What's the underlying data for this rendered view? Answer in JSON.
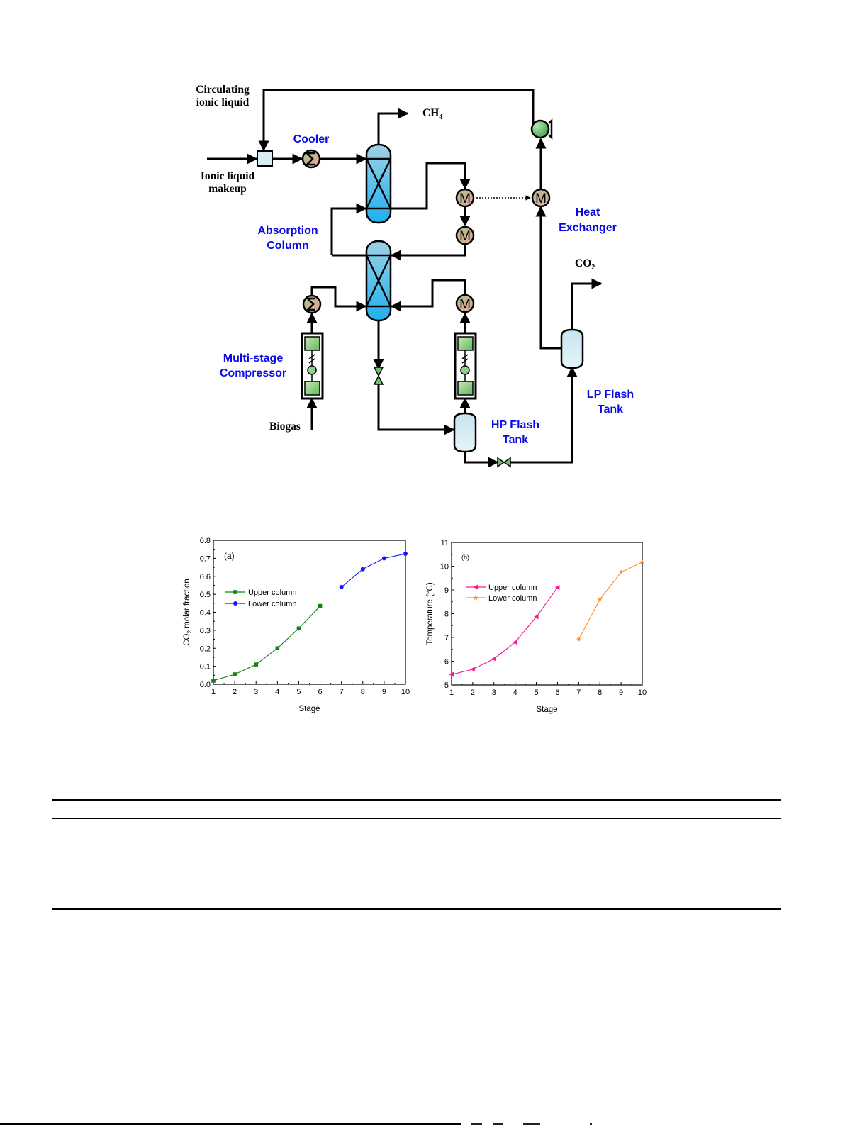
{
  "diagram": {
    "labels": {
      "circulating_il_line1": "Circulating",
      "circulating_il_line2": "ionic liquid",
      "il_makeup_line1": "Ionic liquid",
      "il_makeup_line2": "makeup",
      "ch4": "CH",
      "ch4_sub": "4",
      "co2": "CO",
      "co2_sub": "2",
      "biogas": "Biogas",
      "cooler": "Cooler",
      "absorption_line1": "Absorption",
      "absorption_line2": "Column",
      "heat_exchanger_line1": "Heat",
      "heat_exchanger_line2": "Exchanger",
      "compressor_line1": "Multi-stage",
      "compressor_line2": "Compressor",
      "hp_flash_line1": "HP Flash",
      "hp_flash_line2": "Tank",
      "lp_flash_line1": "LP Flash",
      "lp_flash_line2": "Tank",
      "exchanger_glyph": "M"
    },
    "colors": {
      "label_blue": "#0a0ae6",
      "column_top": "#9fd0e6",
      "column_bottom": "#1fb0ef",
      "tank_fill": "#d8eef6",
      "exchanger_fill": "#c9a98f",
      "pump_fill": "#4fba5a",
      "compressor_green": "#5cb85c"
    }
  },
  "chart_data": [
    {
      "type": "line",
      "panel_label": "(a)",
      "title": "",
      "xlabel": "Stage",
      "ylabel": "CO",
      "ylabel_sub": "2",
      "ylabel_rest": " molar fraction",
      "xlim": [
        1,
        10
      ],
      "ylim": [
        0.0,
        0.8
      ],
      "x_ticks": [
        "1",
        "2",
        "3",
        "4",
        "5",
        "6",
        "7",
        "8",
        "9",
        "10"
      ],
      "y_ticks": [
        "0.0",
        "0.1",
        "0.2",
        "0.3",
        "0.4",
        "0.5",
        "0.6",
        "0.7",
        "0.8"
      ],
      "grid": false,
      "legend_position": "middle-left",
      "series": [
        {
          "name": "Upper column",
          "color": "#148214",
          "marker": "square",
          "x": [
            1,
            2,
            3,
            4,
            5,
            6
          ],
          "values": [
            0.02,
            0.055,
            0.11,
            0.2,
            0.31,
            0.435
          ]
        },
        {
          "name": "Lower column",
          "color": "#1414ff",
          "marker": "circle",
          "x": [
            7,
            8,
            9,
            10
          ],
          "values": [
            0.54,
            0.64,
            0.7,
            0.725
          ]
        }
      ]
    },
    {
      "type": "line",
      "panel_label": "(b)",
      "title": "",
      "xlabel": "Stage",
      "ylabel": "Temperature (°C)",
      "xlim": [
        1,
        10
      ],
      "ylim": [
        5,
        11
      ],
      "x_ticks": [
        "1",
        "2",
        "3",
        "4",
        "5",
        "6",
        "7",
        "8",
        "9",
        "10"
      ],
      "y_ticks": [
        "5",
        "6",
        "7",
        "8",
        "9",
        "10",
        "11"
      ],
      "grid": false,
      "legend_position": "middle-left",
      "series": [
        {
          "name": "Upper column",
          "color": "#ff1493",
          "marker": "triangle-left",
          "x": [
            1,
            2,
            3,
            4,
            5,
            6
          ],
          "values": [
            5.44,
            5.66,
            6.1,
            6.8,
            7.87,
            9.1
          ]
        },
        {
          "name": "Lower column",
          "color": "#ff8c1a",
          "marker": "star",
          "x": [
            7,
            8,
            9,
            10
          ],
          "values": [
            6.92,
            8.6,
            9.75,
            10.17
          ]
        }
      ]
    }
  ]
}
